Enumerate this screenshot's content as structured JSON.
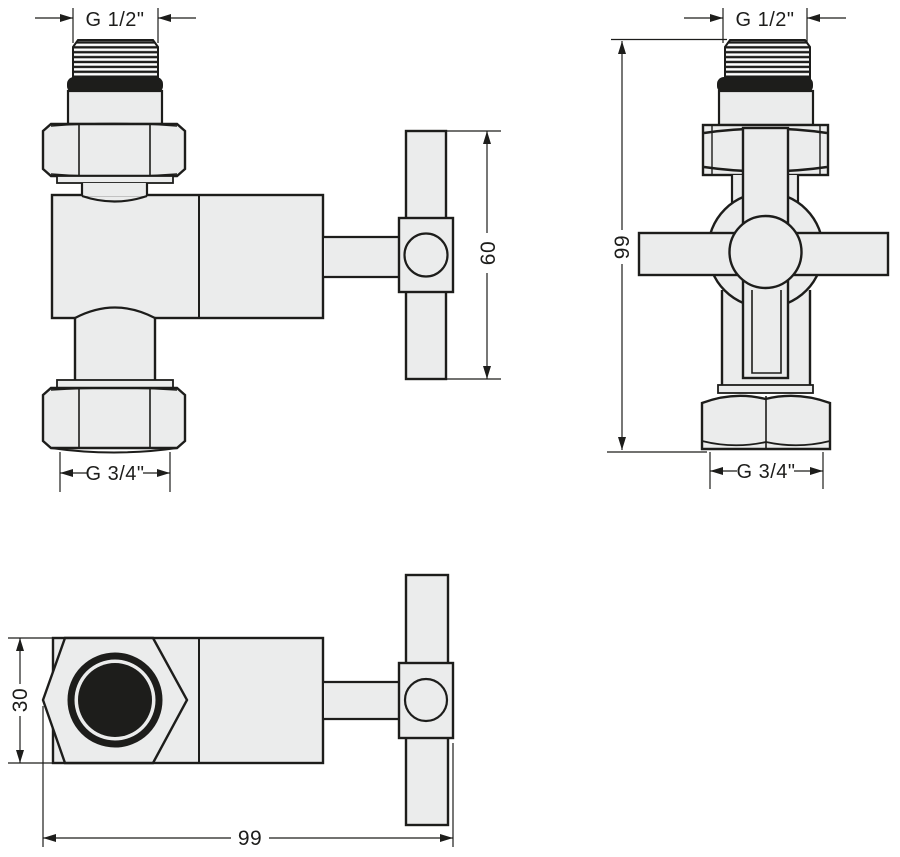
{
  "page": {
    "title": "angle-valve-technical-drawing",
    "background": "#ffffff",
    "line_color": "#1d1d1b",
    "fill_color": "#ebecec"
  },
  "views": {
    "side": {
      "label_thread": "G 1/2\"",
      "label_union": "G 3/4\"",
      "label_handle_span": "60"
    },
    "front": {
      "label_thread": "G 1/2\"",
      "label_union": "G 3/4\"",
      "label_overall": "99"
    },
    "top": {
      "label_height": "30",
      "label_length": "99"
    }
  }
}
